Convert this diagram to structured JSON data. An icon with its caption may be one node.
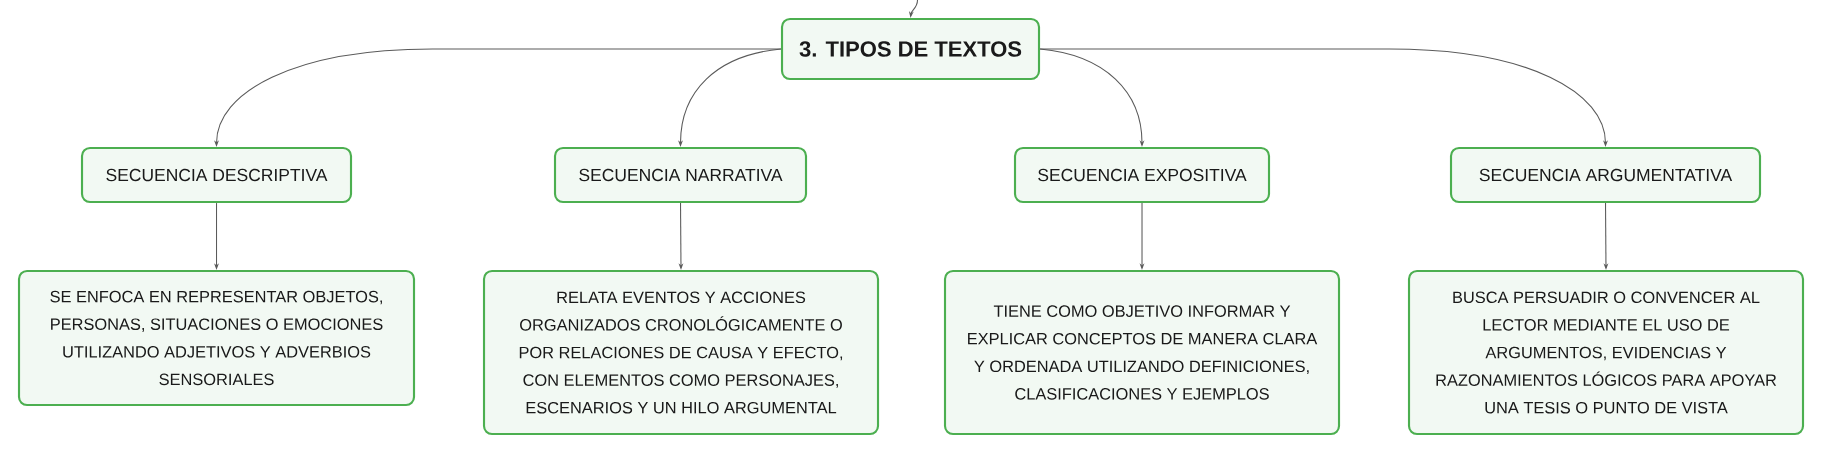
{
  "diagram": {
    "nodes": [
      {
        "text": [
          "3. TIPOS DE TEXTOS"
        ]
      },
      {
        "text": [
          "SECUENCIA DESCRIPTIVA"
        ]
      },
      {
        "text": [
          "SECUENCIA NARRATIVA"
        ]
      },
      {
        "text": [
          "SECUENCIA EXPOSITIVA"
        ]
      },
      {
        "text": [
          "SECUENCIA ARGUMENTATIVA"
        ]
      },
      {
        "text": [
          "SE ENFOCA EN REPRESENTAR OBJETOS, PERSONAS, SITUACIONES O EMOCIONES UTILIZANDO ADJETIVOS Y ADVERBIOS SENSORIALES"
        ]
      },
      {
        "text": [
          "RELATA EVENTOS Y ACCIONES ORGANIZADOS CRONOLÓGICAMENTE O POR RELACIONES DE CAUSA Y EFECTO, CON ELEMENTOS COMO PERSONAJES, ESCENARIOS Y UN HILO ARGUMENTAL"
        ]
      },
      {
        "text": [
          "TIENE COMO OBJETIVO INFORMAR Y EXPLICAR CONCEPTOS DE MANERA CLARA Y ORDENADA UTILIZANDO DEFINICIONES, CLASIFICACIONES Y EJEMPLOS"
        ]
      },
      {
        "text": [
          "BUSCA PERSUADIR O CONVENCER AL LECTOR MEDIANTE EL USO DE ARGUMENTOS, EVIDENCIAS Y RAZONAMIENTOS LÓGICOS PARA APOYAR UNA TESIS O PUNTO DE VISTA"
        ]
      }
    ],
    "edges": [
      {
        "from": null,
        "to": 0,
        "arrow": "to"
      },
      {
        "from": 0,
        "to": 1,
        "arrow": "to"
      },
      {
        "from": 0,
        "to": 2,
        "arrow": "to"
      },
      {
        "from": 0,
        "to": 3,
        "arrow": "to"
      },
      {
        "from": 0,
        "to": 4,
        "arrow": "to"
      },
      {
        "from": 1,
        "to": 5,
        "arrow": "to"
      },
      {
        "from": 2,
        "to": 6,
        "arrow": "to"
      },
      {
        "from": 3,
        "to": 7,
        "arrow": "to"
      },
      {
        "from": 4,
        "to": 8,
        "arrow": "to"
      }
    ]
  }
}
